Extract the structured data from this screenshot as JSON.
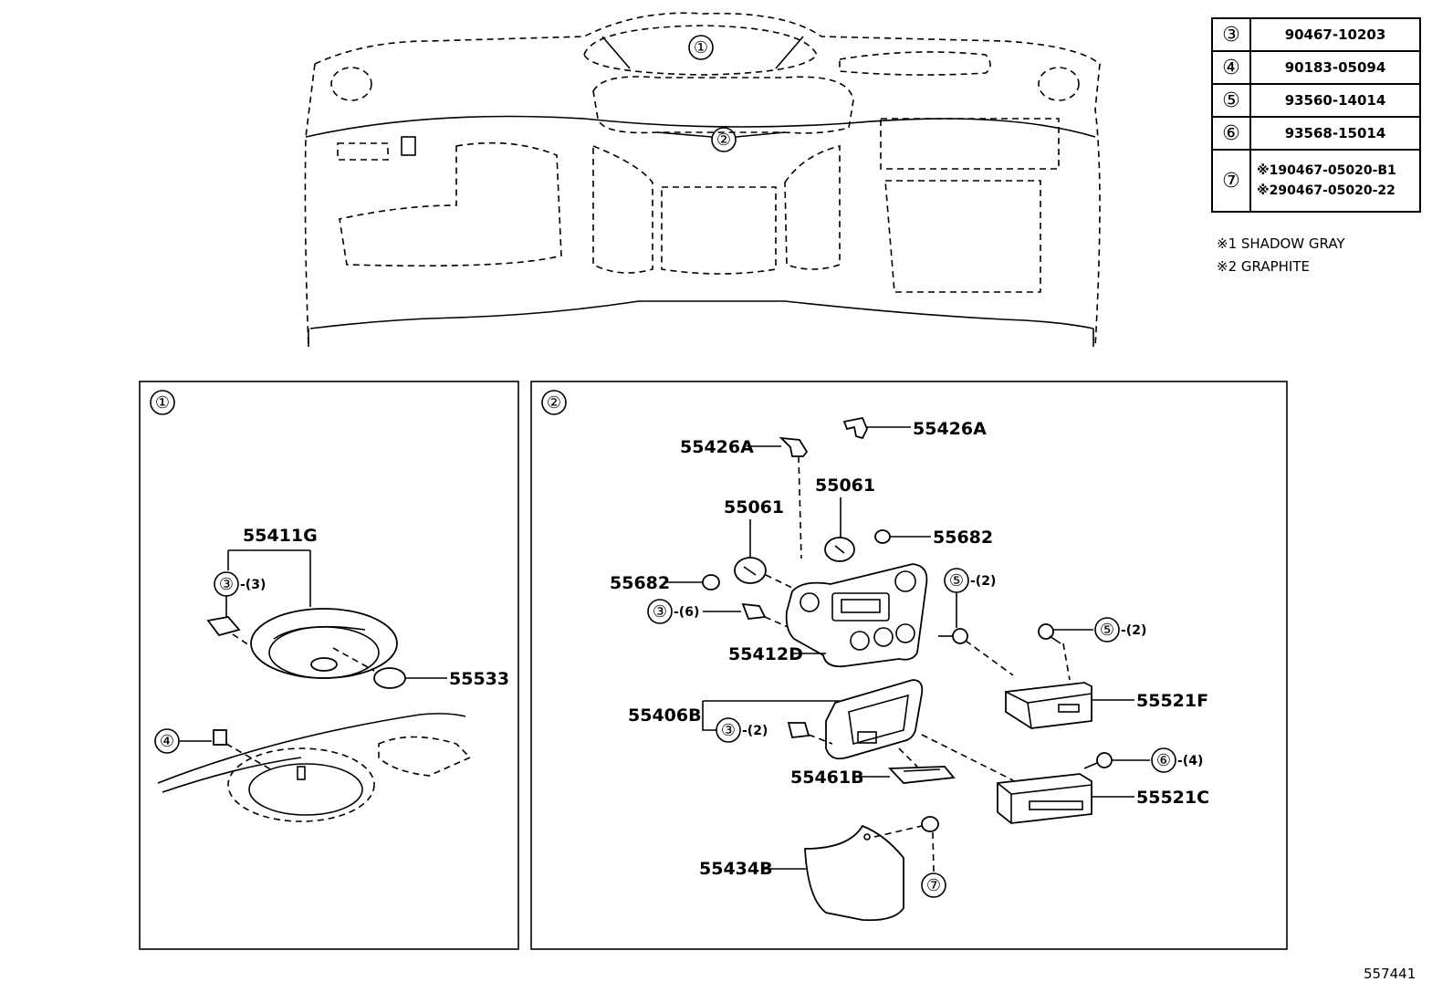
{
  "overview": {
    "callout_1": "①",
    "callout_2": "②"
  },
  "parts_table": [
    {
      "ref": "③",
      "part_number": "90467-10203"
    },
    {
      "ref": "④",
      "part_number": "90183-05094"
    },
    {
      "ref": "⑤",
      "part_number": "93560-14014"
    },
    {
      "ref": "⑥",
      "part_number": "93568-15014"
    },
    {
      "ref": "⑦",
      "part_number_1": "※190467-05020-B1",
      "part_number_2": "※290467-05020-22"
    }
  ],
  "color_legend": [
    "※1 SHADOW GRAY",
    "※2 GRAPHITE"
  ],
  "panel_1": {
    "title": "①",
    "parts": {
      "p55411G": "55411G",
      "p55533": "55533",
      "ref3": "③",
      "ref3_qty": "-(3)",
      "ref4": "④"
    }
  },
  "panel_2": {
    "title": "②",
    "parts": {
      "p55426A_left": "55426A",
      "p55426A_right": "55426A",
      "p55061_left": "55061",
      "p55061_right": "55061",
      "p55682_left": "55682",
      "p55682_right": "55682",
      "p55412D": "55412D",
      "p55406B": "55406B",
      "p55461B": "55461B",
      "p55434B": "55434B",
      "p55521F": "55521F",
      "p55521C": "55521C",
      "ref3_a": "③",
      "ref3_a_qty": "-(6)",
      "ref3_b": "③",
      "ref3_b_qty": "-(2)",
      "ref5_a": "⑤",
      "ref5_a_qty": "-(2)",
      "ref5_b": "⑤",
      "ref5_b_qty": "-(2)",
      "ref6": "⑥",
      "ref6_qty": "-(4)",
      "ref7": "⑦"
    }
  },
  "diagram_id": "557441"
}
